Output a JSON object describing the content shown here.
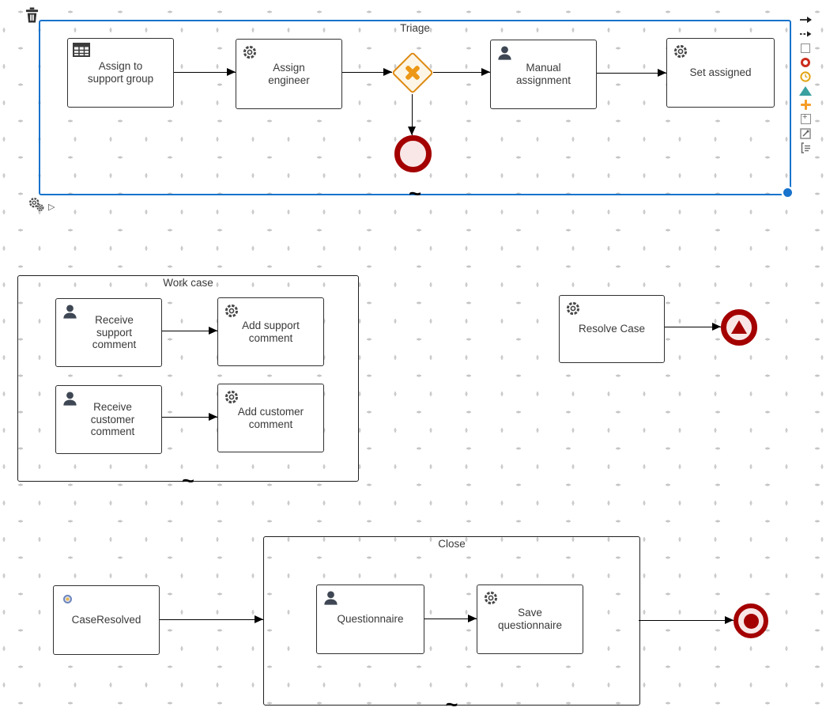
{
  "stages": {
    "triage": {
      "label": "Triage",
      "adhoc": "~",
      "selected": true
    },
    "work_case": {
      "label": "Work case",
      "adhoc": "~"
    },
    "close": {
      "label": "Close",
      "adhoc": "~"
    }
  },
  "tasks": {
    "assign_support_group": {
      "label": "Assign to support group",
      "icon": "business-rule-table-icon"
    },
    "assign_engineer": {
      "label": "Assign engineer",
      "icon": "service-gear-icon"
    },
    "manual_assignment": {
      "label": "Manual assignment",
      "icon": "user-icon"
    },
    "set_assigned": {
      "label": "Set assigned",
      "icon": "service-gear-icon"
    },
    "receive_support_comment": {
      "label": "Receive support comment",
      "icon": "user-icon"
    },
    "add_support_comment": {
      "label": "Add support comment",
      "icon": "service-gear-icon"
    },
    "receive_customer_comment": {
      "label": "Receive customer comment",
      "icon": "user-icon"
    },
    "add_customer_comment": {
      "label": "Add customer comment",
      "icon": "service-gear-icon"
    },
    "resolve_case": {
      "label": "Resolve Case",
      "icon": "service-gear-icon"
    },
    "case_resolved": {
      "label": "CaseResolved",
      "icon": "condition-dot-icon"
    },
    "questionnaire": {
      "label": "Questionnaire",
      "icon": "user-icon"
    },
    "save_questionnaire": {
      "label": "Save questionnaire",
      "icon": "service-gear-icon"
    }
  },
  "gateway": {
    "type": "exclusive",
    "marker": "x-cross"
  },
  "events": {
    "triage_end": "plain-red-end-event",
    "escalation_end": "escalation-triangle-end-event",
    "terminate_end": "terminate-dot-end-event"
  },
  "context_pad": {
    "delete_icon": "trash-icon",
    "settings_icon": "double-gears-icon",
    "expand_glyph": "▷"
  },
  "palette": {
    "items": [
      {
        "name": "connection-arrow-icon"
      },
      {
        "name": "dashed-connection-arrow-icon"
      },
      {
        "name": "task-square-icon"
      },
      {
        "name": "end-event-red-circle-icon"
      },
      {
        "name": "timer-clock-icon"
      },
      {
        "name": "milestone-triangle-icon"
      },
      {
        "name": "add-plus-icon"
      },
      {
        "name": "stage-square-plus-icon"
      },
      {
        "name": "edit-pencil-square-icon"
      },
      {
        "name": "script-lines-icon"
      }
    ]
  },
  "colors": {
    "selection_blue": "#1873cc",
    "event_red": "#a40000",
    "event_fill": "#f9e7e7",
    "gateway_border": "#dd8a12",
    "gateway_x": "#ec9715",
    "milestone_teal": "#3aa0a0",
    "plus_orange": "#f59d27",
    "timer_gold": "#e2a312",
    "palette_red": "#cb2d1d"
  }
}
